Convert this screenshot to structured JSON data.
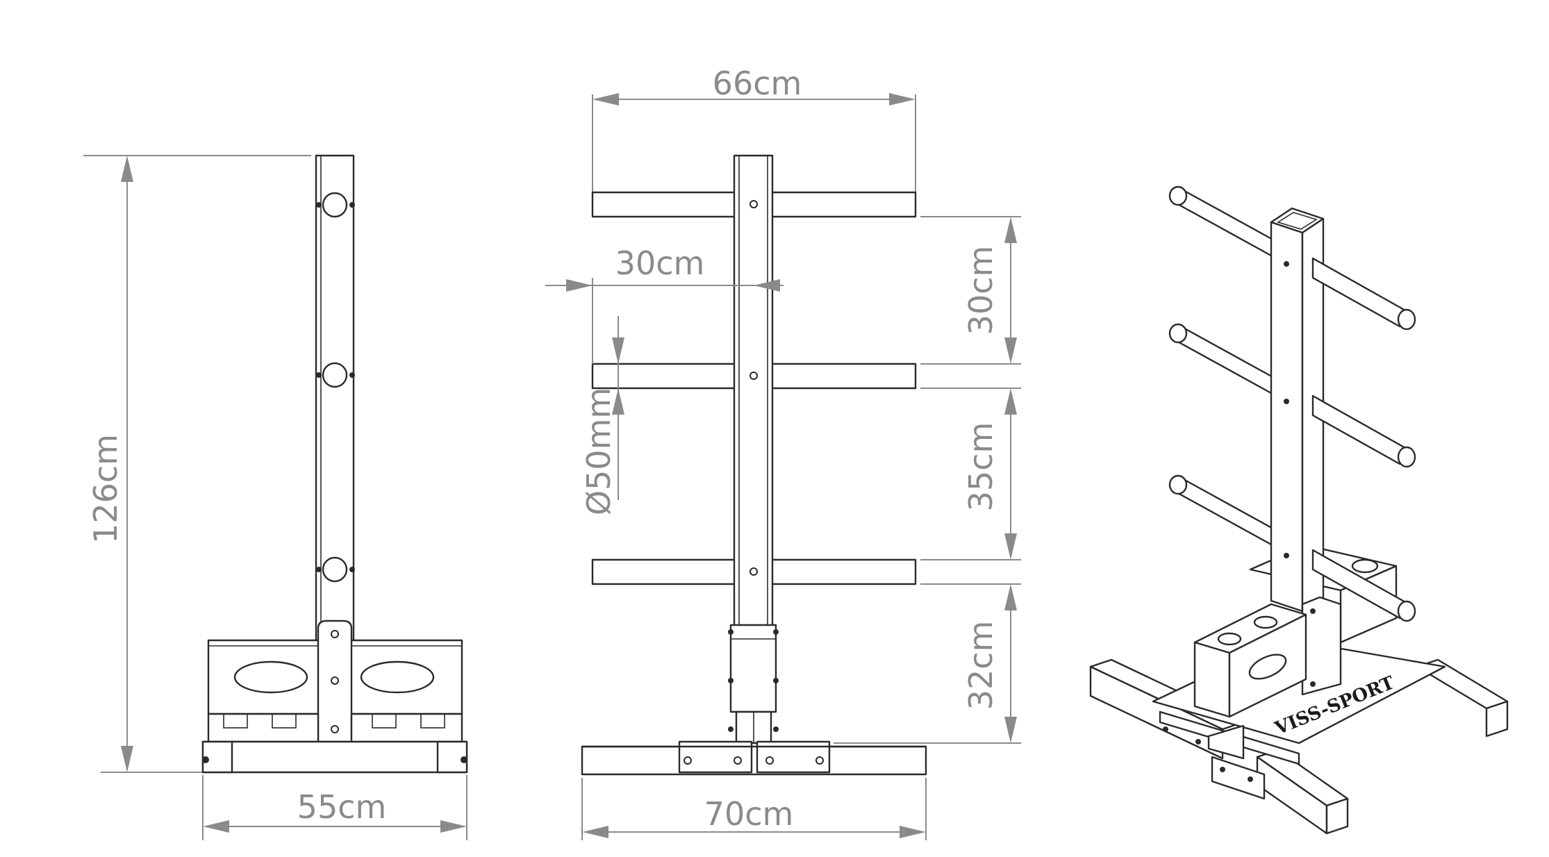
{
  "dimensions": {
    "side_height": "126cm",
    "side_width": "55cm",
    "top_width": "66cm",
    "arm_length": "30cm",
    "diameter": "Ø50mm",
    "spacing_upper": "30cm",
    "spacing_middle": "35cm",
    "spacing_lower": "32cm",
    "base_width": "70cm"
  },
  "brand": {
    "logo_text": "VISS-SPORT"
  }
}
